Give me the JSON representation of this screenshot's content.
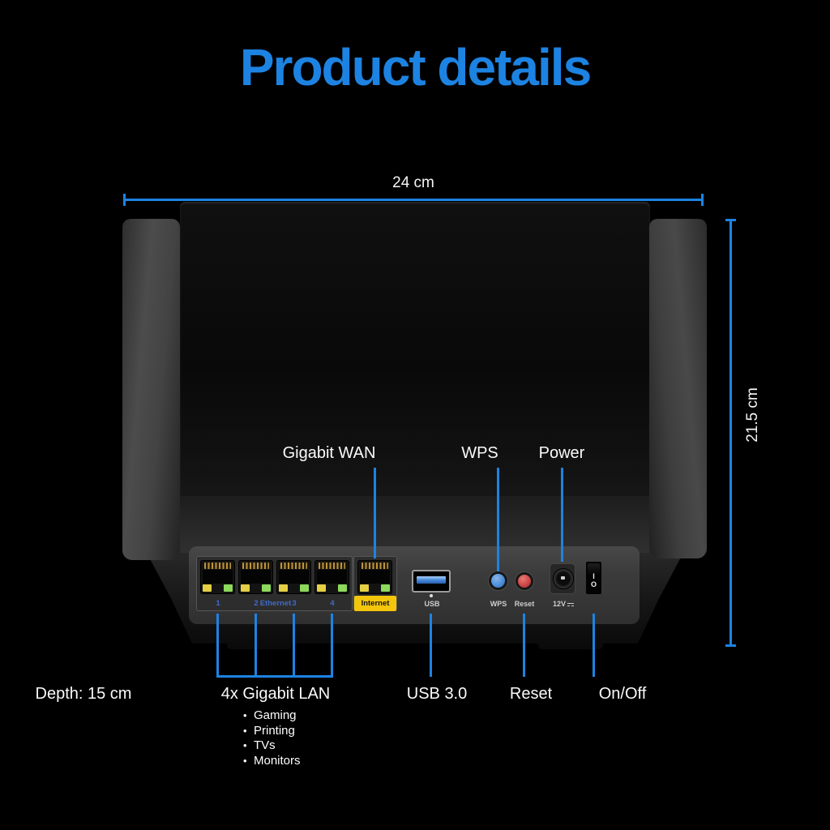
{
  "title": "Product details",
  "colors": {
    "background": "#000000",
    "accent_blue": "#1d83e2",
    "internet_tag_yellow": "#f3c60c",
    "wps_button_blue": "#4d8fdb",
    "reset_button_red": "#cf4545",
    "usb_tongue_blue": "#4186d8",
    "led_yellow": "#e4cf45",
    "led_green": "#8cd95c"
  },
  "dimensions": {
    "width": "24 cm",
    "height": "21.5 cm",
    "depth": "Depth: 15 cm"
  },
  "top_callouts": {
    "gigabit_wan": "Gigabit WAN",
    "wps": "WPS",
    "power": "Power"
  },
  "bottom_callouts": {
    "gigabit_lan": "4x Gigabit LAN",
    "usb": "USB 3.0",
    "reset": "Reset",
    "on_off": "On/Off"
  },
  "lan_uses": [
    "Gaming",
    "Printing",
    "TVs",
    "Monitors"
  ],
  "rear_panel": {
    "port_1": "1",
    "port_2": "2",
    "ethernet": "Ethernet",
    "port_3": "3",
    "port_4": "4",
    "internet": "Internet",
    "usb": "USB",
    "wps": "WPS",
    "reset": "Reset",
    "power": "12V",
    "switch_on": "I",
    "switch_off": "O"
  }
}
